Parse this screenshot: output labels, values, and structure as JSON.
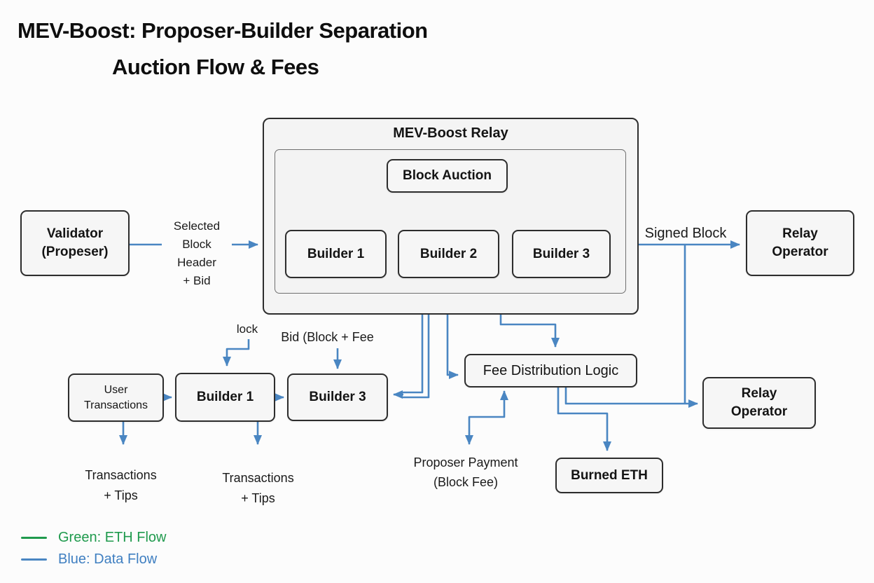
{
  "title": {
    "line1": "MEV-Boost: Proposer-Builder Separation",
    "line2": "Auction Flow & Fees"
  },
  "relay": {
    "title": "MEV-Boost Relay",
    "block_auction": "Block Auction",
    "builder1": "Builder 1",
    "builder2": "Builder 2",
    "builder3": "Builder 3"
  },
  "nodes": {
    "validator": "Validator\n(Propeser)",
    "relay_operator_top": "Relay\nOperator",
    "relay_operator_bottom": "Relay\nOperator",
    "user_transactions": "User\nTransactions",
    "builder1_bottom": "Builder 1",
    "builder3_bottom": "Builder 3",
    "fee_distribution_logic": "Fee Distribution Logic",
    "burned_eth": "Burned ETH"
  },
  "labels": {
    "selected_block_header_bid": "Selected\nBlock\nHeader\n+ Bid",
    "signed_block": "Signed Block",
    "lock": "lock",
    "bid_block_fee": "Bid  (Block + Fee",
    "transactions_tips_left": "Transactions\n+ Tips",
    "transactions_tips_mid": "Transactions\n+ Tips",
    "proposer_payment": "Proposer Payment\n(Block Fee)"
  },
  "legend": [
    {
      "color": "#1f9a4d",
      "label": "Green: ETH Flow"
    },
    {
      "color": "#4a86c2",
      "label": "Blue: Data Flow"
    }
  ],
  "colors": {
    "arrow_blue": "#4a86c2",
    "legend_green": "#1f9a4d",
    "box_border": "#2d2d2d",
    "box_fill": "#f6f6f6",
    "relay_fill": "#f4f4f4",
    "page_bg": "#fcfcfc"
  }
}
